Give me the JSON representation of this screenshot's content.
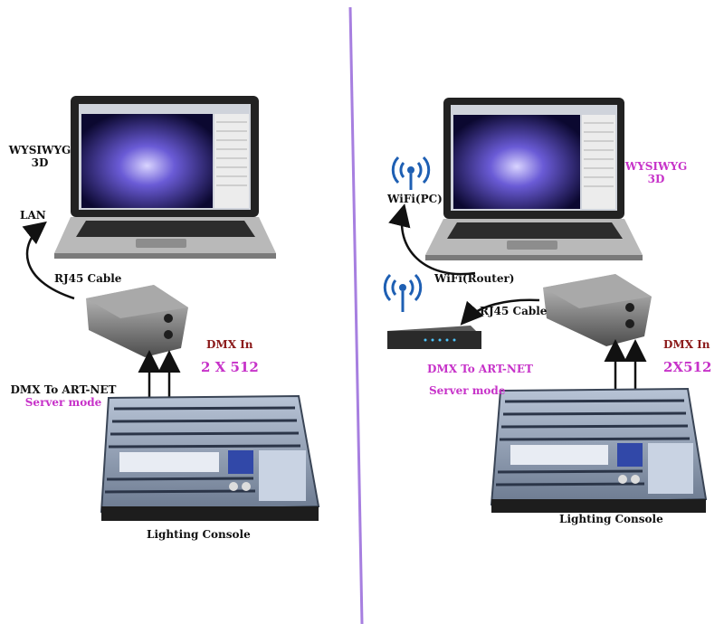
{
  "left": {
    "software_line1": "WYSIWYG",
    "software_line2": "3D",
    "lan": "LAN",
    "rj45": "RJ45 Cable",
    "dmx_in": "DMX In",
    "universes": "2 X 512",
    "converter_line1": "DMX To ART-NET",
    "converter_line2": "Server mode",
    "console": "Lighting Console"
  },
  "right": {
    "software_line1": "WYSIWYG",
    "software_line2": "3D",
    "wifi_pc": "WiFi(PC)",
    "wifi_router": "WiFi(Router)",
    "rj45": "RJ45 Cable",
    "dmx_in": "DMX In",
    "universes": "2X512",
    "converter_line1": "DMX   To   ART-NET",
    "converter_line2": "Server mode",
    "console": "Lighting Console"
  },
  "colors": {
    "divider": "#a77fe0",
    "magenta_text": "#c733c9",
    "dark_red_text": "#8b1a1a"
  }
}
